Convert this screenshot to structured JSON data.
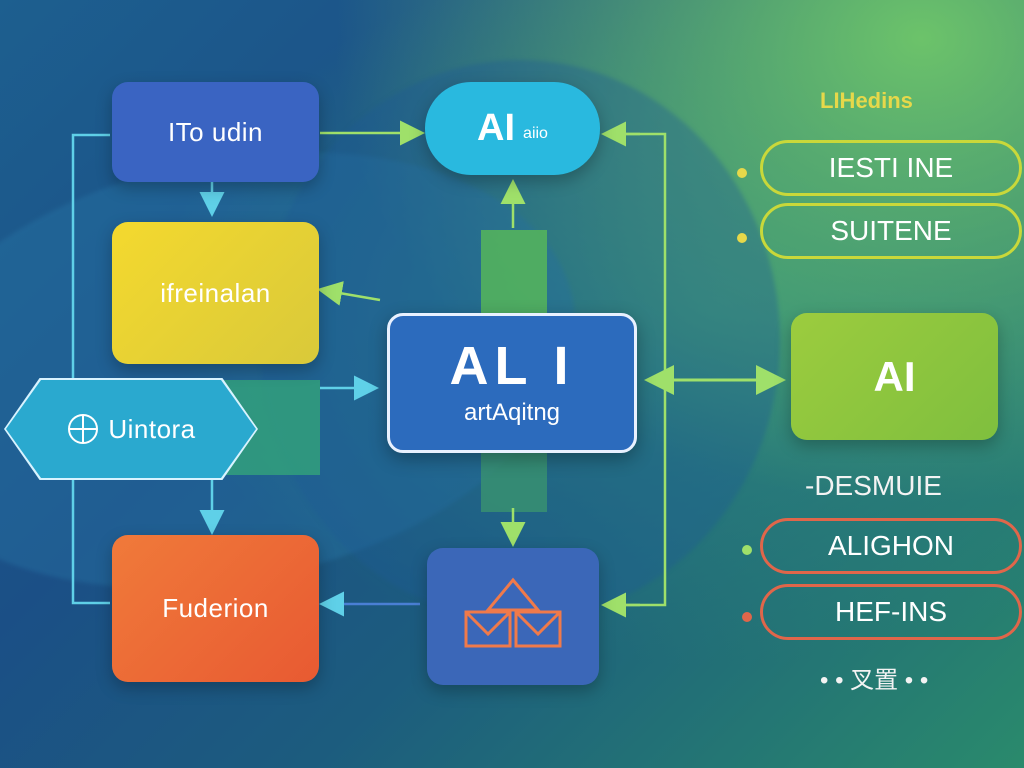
{
  "nodes": {
    "top_left": {
      "label": "ITo udin",
      "color": "#3a64c2"
    },
    "yellow": {
      "label": "ifreinalan",
      "color": "#f0cf2a"
    },
    "hex": {
      "label": "Uintora",
      "color": "#2aa9cf"
    },
    "orange": {
      "label": "Fuderion",
      "color": "#f06a35"
    },
    "pill": {
      "main": "AI",
      "sub": "aiio",
      "color": "#29b9df"
    },
    "hub": {
      "title": "AL I",
      "sub": "artAqitng",
      "color": "#2c6bbd"
    },
    "ai_right": {
      "label": "AI",
      "color": "#8cc43c"
    },
    "bottom_center": {
      "color": "#3b67b8",
      "icon": "envelope-triangle-icon"
    }
  },
  "side_panel": {
    "title": "LIHedins",
    "items_top": [
      {
        "label": "IESTI INE",
        "color": "#c9d83a"
      },
      {
        "label": "SUITENE",
        "color": "#c9d83a"
      }
    ],
    "label_mid": "-DESMUIE",
    "items_bottom": [
      {
        "label": "ALIGHON",
        "color": "#e0664a"
      },
      {
        "label": "HEF-INS",
        "color": "#e0664a"
      }
    ],
    "footer": "• • 叉置 • •"
  },
  "colors": {
    "connector": "#5fd0e8",
    "connector_green": "#9fe06a",
    "accent_yellow": "#e6d84a",
    "accent_orange": "#e0664a"
  }
}
